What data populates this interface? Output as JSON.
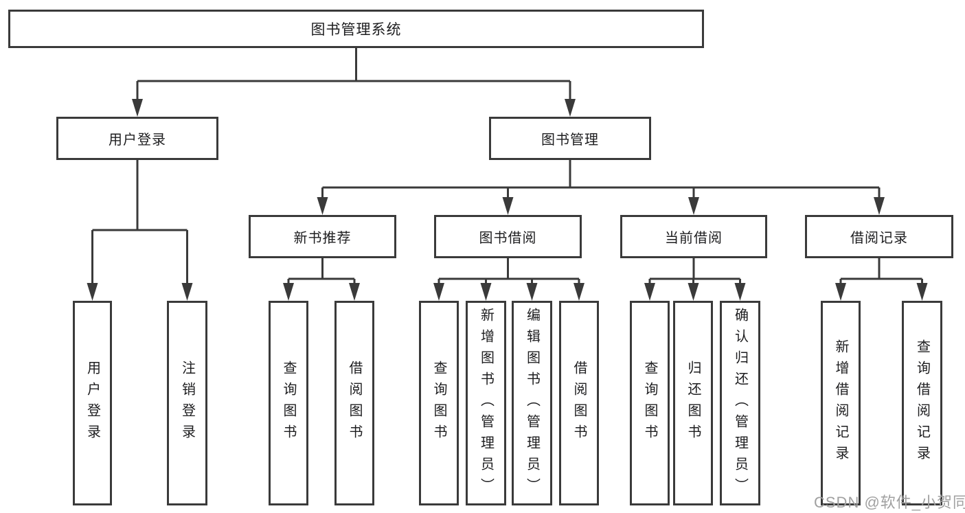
{
  "tree": {
    "root": {
      "label": "图书管理系统",
      "children": [
        {
          "label": "用户登录",
          "children": [
            {
              "label": "用户登录"
            },
            {
              "label": "注销登录"
            }
          ]
        },
        {
          "label": "图书管理",
          "children": [
            {
              "label": "新书推荐",
              "children": [
                {
                  "label": "查询图书"
                },
                {
                  "label": "借阅图书"
                }
              ]
            },
            {
              "label": "图书借阅",
              "children": [
                {
                  "label": "查询图书"
                },
                {
                  "label": "新增图书（管理员）"
                },
                {
                  "label": "编辑图书（管理员）"
                },
                {
                  "label": "借阅图书"
                }
              ]
            },
            {
              "label": "当前借阅",
              "children": [
                {
                  "label": "查询图书"
                },
                {
                  "label": "归还图书"
                },
                {
                  "label": "确认归还（管理员）"
                }
              ]
            },
            {
              "label": "借阅记录",
              "children": [
                {
                  "label": "新增借阅记录"
                },
                {
                  "label": "查询借阅记录"
                }
              ]
            }
          ]
        }
      ]
    }
  },
  "watermark": {
    "text": "CSDN @软件_小贺同学"
  },
  "colors": {
    "line": "#3a3a3a",
    "text": "#1d1d1f",
    "watermark": "#a0a0a0",
    "background": "#ffffff"
  }
}
